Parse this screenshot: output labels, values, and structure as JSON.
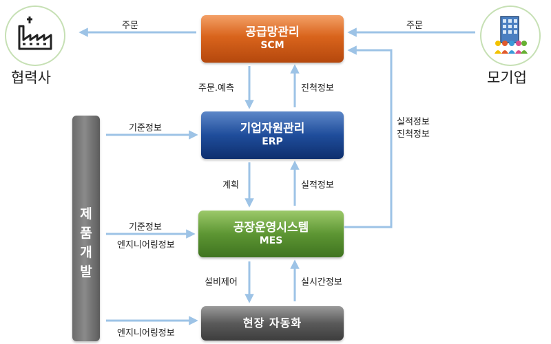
{
  "parties": {
    "supplier": {
      "label": "협력사",
      "icon": "factory-icon"
    },
    "parent": {
      "label": "모기업",
      "icon": "corporate-building-icon"
    }
  },
  "systems": {
    "scm": {
      "title": "공급망관리",
      "sub": "SCM",
      "color": "#d9641c"
    },
    "erp": {
      "title": "기업자원관리",
      "sub": "ERP",
      "color": "#1f4d9b"
    },
    "mes": {
      "title": "공장운영시스템",
      "sub": "MES",
      "color": "#5d9633"
    },
    "automation": {
      "title": "현장 자동화",
      "color": "#5a5a5a"
    }
  },
  "product_dev": {
    "chars": [
      "제",
      "품",
      "개",
      "발"
    ],
    "color": "#7a7a7a"
  },
  "flows": {
    "scm_to_supplier": "주문",
    "parent_to_scm": "주문",
    "scm_to_erp": "주문.예측",
    "erp_to_scm": "진척정보",
    "erp_to_mes": "계획",
    "mes_to_erp": "실적정보",
    "mes_to_parent_line1": "실적정보",
    "mes_to_parent_line2": "진척정보",
    "mes_to_auto": "설비제어",
    "auto_to_mes": "실시간정보",
    "pd_to_erp": "기준정보",
    "pd_to_mes_line1": "기준정보",
    "pd_to_mes_line2": "엔지니어링정보",
    "pd_to_auto": "엔지니어링정보"
  },
  "arrow_color": "#9dc3e6"
}
